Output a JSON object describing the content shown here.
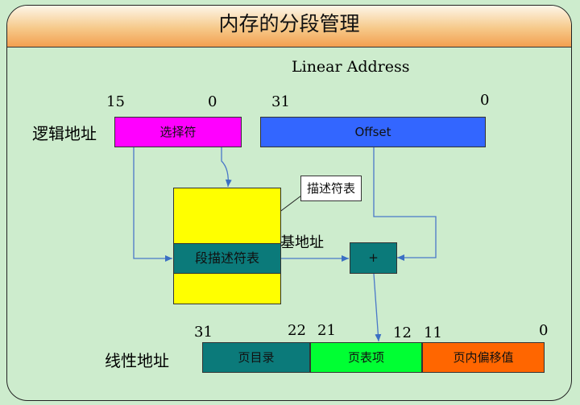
{
  "slide": {
    "title": "内存的分段管理",
    "linear_address_heading": "Linear Address",
    "logical_address_label": "逻辑地址",
    "linear_address_label": "线性地址",
    "base_address_label": "基地址",
    "descriptor_table_callout": "描述符表"
  },
  "logical_address": {
    "selector": {
      "label": "选择符",
      "bit_high": "15",
      "bit_low": "0",
      "color": "#ff00ff"
    },
    "offset": {
      "label": "Offset",
      "bit_high": "31",
      "bit_low": "0",
      "color": "#3366ff"
    }
  },
  "descriptor_table": {
    "entry_label": "段描述符表",
    "table_color": "#ffff00",
    "entry_color": "#0b7a7a"
  },
  "adder": {
    "label": "+",
    "color": "#0b7a7a"
  },
  "linear_address": {
    "fields": [
      {
        "label": "页目录",
        "bit_high": "31",
        "bit_low": "22",
        "color": "#0b7a7a"
      },
      {
        "label": "页表项",
        "bit_high": "21",
        "bit_low": "12",
        "color": "#00ff33"
      },
      {
        "label": "页内偏移值",
        "bit_high": "11",
        "bit_low": "0",
        "color": "#ff6600"
      }
    ]
  }
}
